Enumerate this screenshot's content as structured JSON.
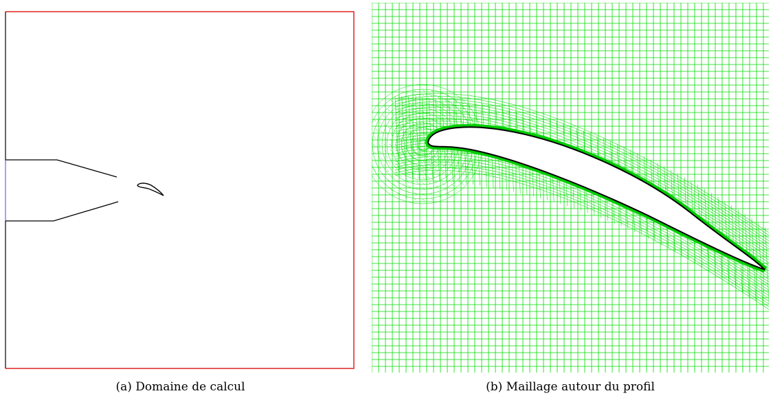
{
  "figure": {
    "subfigures": [
      {
        "id": "a",
        "caption": "(a) Domaine de calcul"
      },
      {
        "id": "b",
        "caption": "(b) Maillage autour du profil"
      }
    ]
  },
  "colors": {
    "outlet_boundary": "#e02020",
    "inlet_boundary": "#8080ff",
    "wall": "#000000",
    "mesh": "#00dd00",
    "background": "#ffffff"
  }
}
